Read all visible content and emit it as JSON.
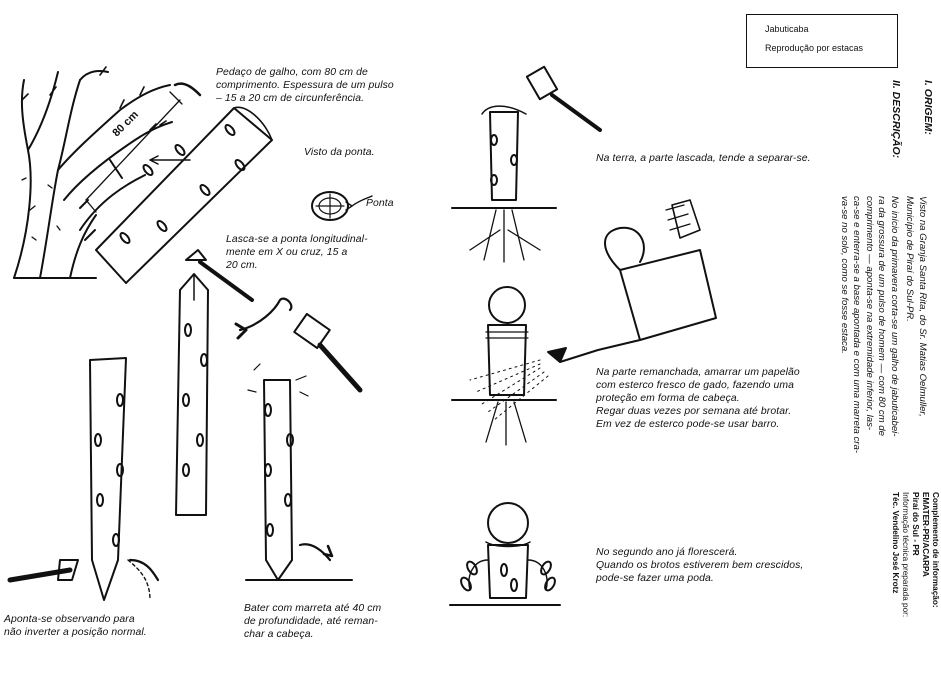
{
  "title_box": {
    "line1": "Jabuticaba",
    "line2": "Reprodução por estacas"
  },
  "sections": {
    "origin_heading": "I. ORIGEM:",
    "origin_text": [
      "Visto na Granja Santa Rita, do Sr. Matias Oelmuller,",
      "Município de Piraí do Sul-PR."
    ],
    "description_heading": "II. DESCRIÇÃO:",
    "description_text": [
      "No início da primavera corta-se um galho de jabuticabei-",
      "ra da grossura de um pulso de homem — com 80 cm de",
      "comprimento — aponta-se na extremidade inferior, las-",
      "ca-se e enterra-se a base apontada e com uma marreta cra-",
      "va-se no solo, como se fosse estaca."
    ]
  },
  "credits": {
    "complement_label": "Complemento de informação:",
    "complement_org": "EMATER-PR/ACARPA",
    "complement_place": "Piraí do Sul - PR",
    "prepared_label": "Informação técnica preparada por:",
    "prepared_by": "Téc. Vendelino José Krotz"
  },
  "captions": {
    "branch": [
      "Pedaço de galho, com 80 cm de",
      "comprimento. Espessura de um pulso",
      "– 15 a 20 cm de circunferência."
    ],
    "tip_view": "Visto da ponta.",
    "tip_label": "Ponta",
    "length_label": "80 cm",
    "split": [
      "Lasca-se a ponta longitudinal-",
      "mente em X ou cruz, 15 a",
      "20 cm."
    ],
    "point": [
      "Aponta-se    observando    para",
      "não inverter a posição normal."
    ],
    "hammer": [
      "Bater com marreta até 40 cm",
      "de profundidade, até reman-",
      "char a cabeça."
    ],
    "separate": "Na terra, a parte lascada, tende a separar-se.",
    "water": [
      "Na parte remanchada, amarrar um papelão",
      "com esterco fresco de gado, fazendo uma",
      "proteção em forma de cabeça.",
      "Regar duas vezes por semana até brotar.",
      "Em vez de esterco pode-se usar barro."
    ],
    "bloom": [
      "No segundo ano já florescerá.",
      "Quando os brotos estiverem bem crescidos,",
      "pode-se fazer uma poda."
    ]
  }
}
